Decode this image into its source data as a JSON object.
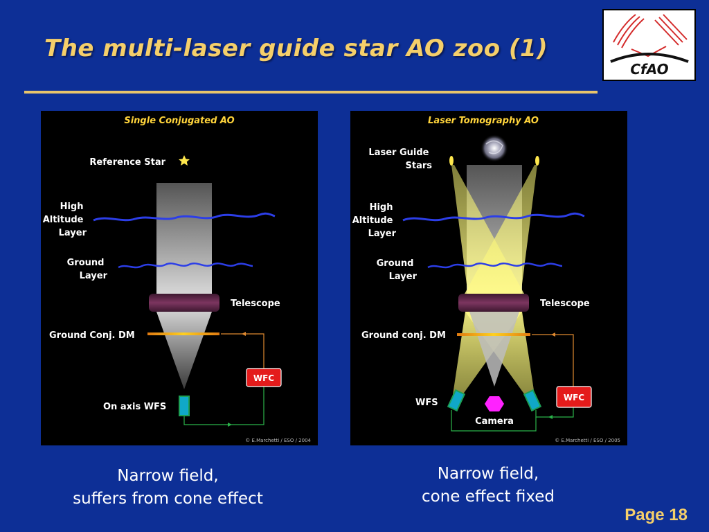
{
  "slide": {
    "title": "The multi-laser guide star AO zoo (1)",
    "page_label": "Page 18",
    "accent_color": "#f5cf6a",
    "background_color": "#0d2f96"
  },
  "logo": {
    "text": "CfAO",
    "icon": "cfao-logo"
  },
  "left_panel": {
    "heading": "Single Conjugated AO",
    "reference_star_label": "Reference Star",
    "high_layer_label": [
      "High",
      "Altitude",
      "Layer"
    ],
    "ground_layer_label": [
      "Ground",
      "Layer"
    ],
    "telescope_label": "Telescope",
    "dm_label": "Ground Conj. DM",
    "wfc_label": "WFC",
    "wfs_label": "On axis WFS",
    "credit": "© E.Marchetti / ESO / 2004"
  },
  "right_panel": {
    "heading": "Laser Tomography AO",
    "lgs_label": [
      "Laser Guide",
      "Stars"
    ],
    "high_layer_label": [
      "High",
      "Altitude",
      "Layer"
    ],
    "ground_layer_label": [
      "Ground",
      "Layer"
    ],
    "telescope_label": "Telescope",
    "dm_label": "Ground conj. DM",
    "wfc_label": "WFC",
    "wfs_label": "WFS",
    "camera_label": "Camera",
    "credit": "© E.Marchetti / ESO / 2005"
  },
  "captions": {
    "left": [
      "Narrow field,",
      "suffers from cone effect"
    ],
    "right": [
      "Narrow field,",
      "cone effect fixed"
    ]
  }
}
